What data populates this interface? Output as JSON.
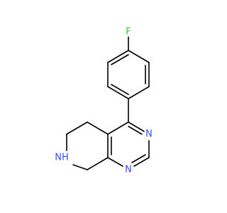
{
  "molecule": {
    "description_text": "",
    "atoms": {
      "fluorine": {
        "symbol": "F",
        "color": "#33cc33"
      },
      "n_pyrimidine_top": {
        "symbol": "N",
        "color": "#3050f8"
      },
      "n_pyrimidine_bottom": {
        "symbol": "N",
        "color": "#3050f8"
      },
      "nh_piperidine": {
        "symbol": "NH",
        "color": "#3050f8"
      }
    },
    "bond_color": "#000000",
    "background": "#ffffff"
  }
}
